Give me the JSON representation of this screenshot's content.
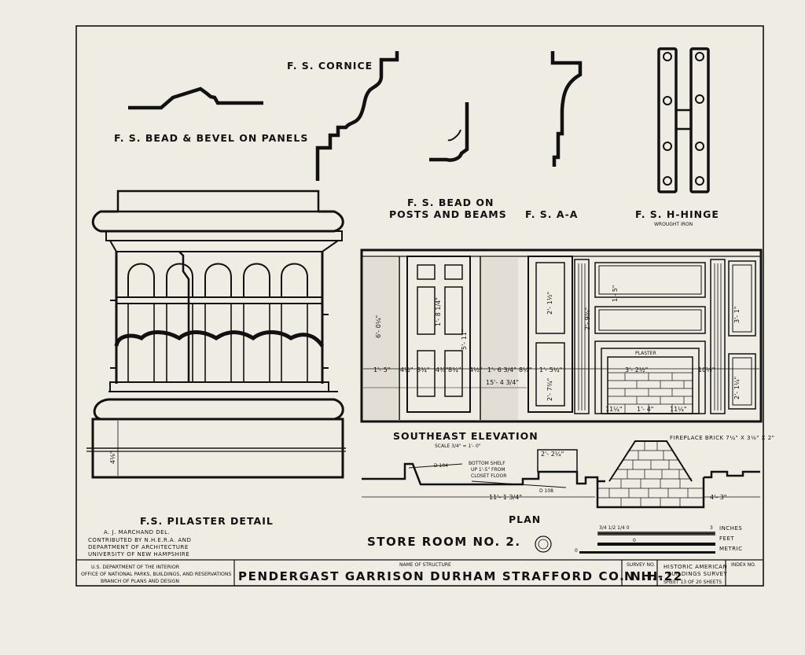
{
  "labels": {
    "cornice": "F. S. CORNICE",
    "bead_bevel": "F. S. BEAD & BEVEL ON PANELS",
    "bead_posts_1": "F. S. BEAD ON",
    "bead_posts_2": "POSTS AND BEAMS",
    "fs_aa": "F. S.  A-A",
    "fs_hinge": "F. S. H-HINGE",
    "wrought_iron": "WROUGHT IRON",
    "pilaster": "F.S. PILASTER DETAIL",
    "southeast": "SOUTHEAST ELEVATION",
    "se_scale": "SCALE 3/4\" = 1'- 0\"",
    "plan": "PLAN",
    "store_room": "STORE ROOM NO. 2.",
    "plaster": "PLASTER",
    "fireplace_brick": "FIREPLACE BRICK 7¼\" X 3⅛\" X 2\"",
    "bottom_shelf_1": "BOTTOM SHELF",
    "bottom_shelf_2": "UP 1'-5\" FROM",
    "bottom_shelf_3": "CLOSET FLOOR",
    "d104": "D 104",
    "d108": "D 108",
    "plan_dim_1": "2'- 2¼\"",
    "plan_dim_2": "11'- 1 3/4\"",
    "plan_dim_3": "4'- 3\""
  },
  "elevation_dims": {
    "d1": "1'- 5\"",
    "d2": "4½\"",
    "d3": "8¾\"",
    "d4": "4¾\"",
    "d5": "8¾\"",
    "d6": "4½\"",
    "d7": "1'- 6 3/4\"",
    "d8": "15'- 4 3/4\"",
    "d9": "8¼\"",
    "d10": "1'- 5¼\"",
    "d11": "3'- 2½\"",
    "d12": "10½\"",
    "d13": "11¼\"",
    "d14": "1'- 4\"",
    "d15": "11¼\"",
    "d16": "3'- 1\"",
    "d17": "2'- 1¼\"",
    "d18": "2'- 7¾\"",
    "d19": "6'- 0¼\"",
    "d20": "5'- 11\"",
    "d21": "1'- 8 1/4\"",
    "d22": "2'- 1½\"",
    "d23": "1'- 5\"",
    "d24": "2'- 9¾\""
  },
  "credits": {
    "line1": "A. J. MARCHAND DEL.",
    "line2": "CONTRIBUTED BY N.H.E.R.A. AND",
    "line3": "DEPARTMENT OF ARCHITECTURE",
    "line4": "UNIVERSITY OF NEW HAMPSHIRE"
  },
  "scale_bar": {
    "ticks": "3/4  1/2  1/4  0",
    "end_label": "3",
    "inches": "INCHES",
    "feet": "FEET",
    "metric": "METRIC",
    "zero": "0"
  },
  "title_block": {
    "agency_1": "U.S. DEPARTMENT OF THE INTERIOR",
    "agency_2": "OFFICE OF NATIONAL PARKS, BUILDINGS, AND RESERVATIONS",
    "agency_3": "BRANCH OF PLANS AND DESIGN",
    "name_caption": "NAME OF STRUCTURE",
    "structure_name": "PENDERGAST GARRISON  DURHAM  STRAFFORD CO. N.H.",
    "survey_caption": "SURVEY NO.",
    "survey_no": "N.H.-22",
    "habs_1": "HISTORIC AMERICAN",
    "habs_2": "BUILDINGS SURVEY",
    "sheet": "SHEET 13  OF  20 SHEETS",
    "index_caption": "INDEX NO."
  },
  "colors": {
    "paper": "#efece4",
    "ink": "#111111"
  }
}
